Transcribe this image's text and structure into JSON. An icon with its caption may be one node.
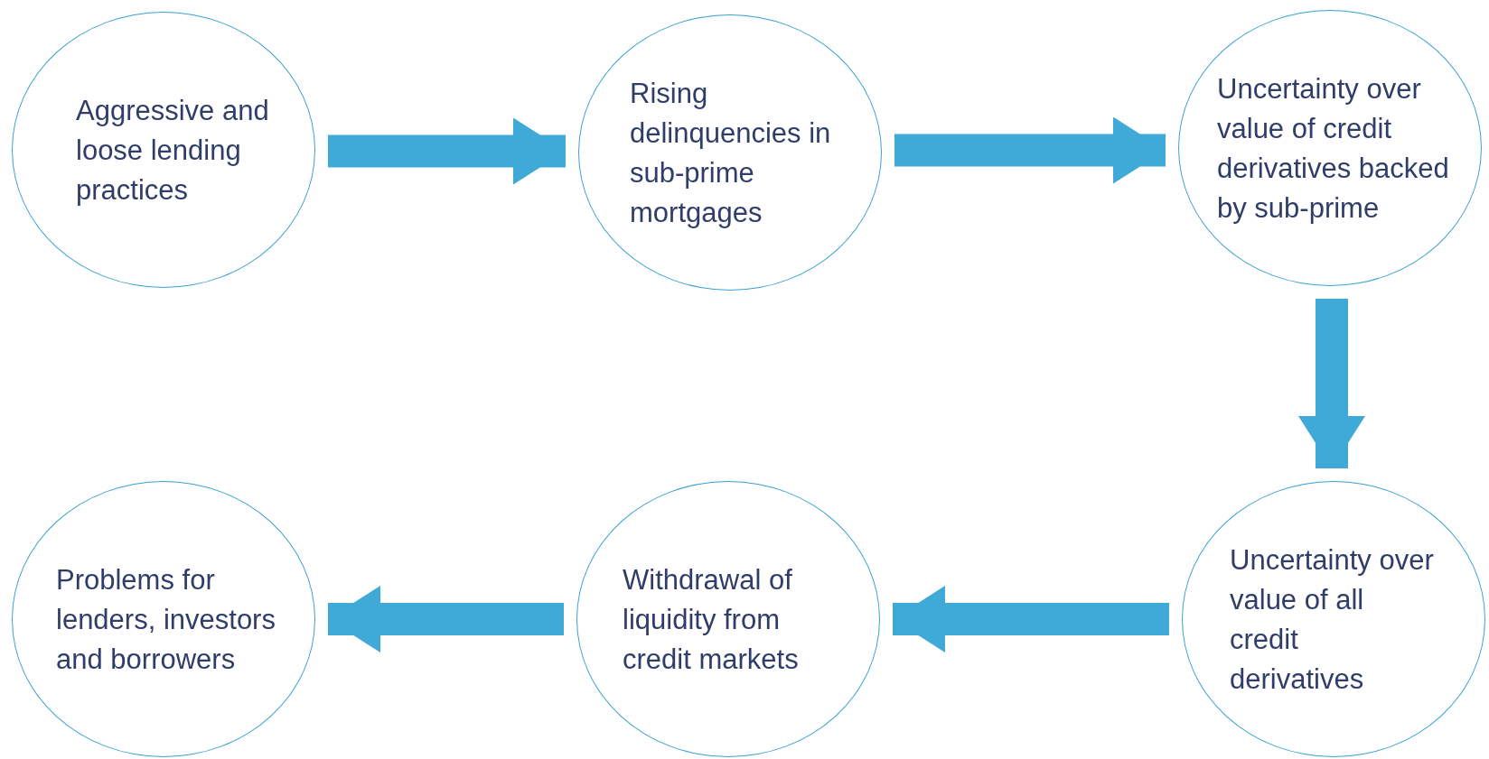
{
  "diagram": {
    "nodes": [
      {
        "text": [
          "Aggressive and loose lending practices"
        ]
      },
      {
        "text": [
          "Rising delinquencies in sub-prime mortgages"
        ]
      },
      {
        "text": [
          "Uncertainty over value of credit derivatives backed by sub-prime"
        ]
      },
      {
        "text": [
          "Uncertainty over value of all credit derivatives"
        ]
      },
      {
        "text": [
          "Withdrawal of liquidity from credit markets"
        ]
      },
      {
        "text": [
          "Problems for lenders, investors and borrowers"
        ]
      }
    ],
    "edges": [
      {
        "from": 0,
        "to": 1,
        "arrow": "to"
      },
      {
        "from": 1,
        "to": 2,
        "arrow": "to"
      },
      {
        "from": 2,
        "to": 3,
        "arrow": "to"
      },
      {
        "from": 3,
        "to": 4,
        "arrow": "to"
      },
      {
        "from": 4,
        "to": 5,
        "arrow": "to"
      }
    ]
  }
}
